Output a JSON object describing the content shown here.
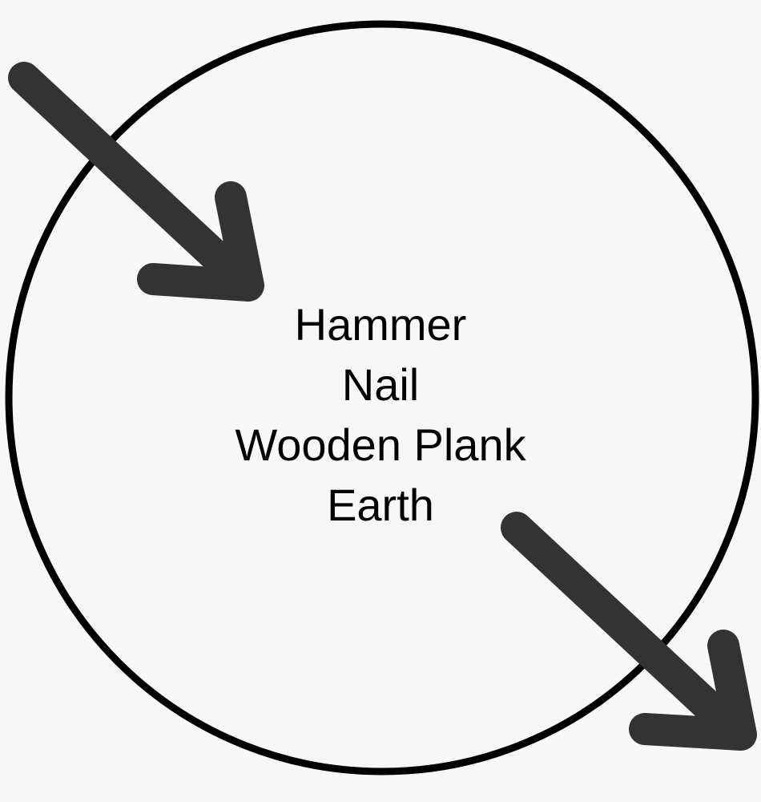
{
  "diagram": {
    "items": [
      "Hammer",
      "Nail",
      "Wooden Plank",
      "Earth"
    ],
    "colors": {
      "background": "#f7f7f7",
      "circle_stroke": "#000000",
      "arrow": "#333333",
      "text": "#000000"
    },
    "arrows": [
      {
        "name": "incoming-arrow",
        "direction": "down-right",
        "crosses": "circle boundary inward"
      },
      {
        "name": "outgoing-arrow",
        "direction": "down-right",
        "crosses": "circle boundary outward"
      }
    ]
  }
}
